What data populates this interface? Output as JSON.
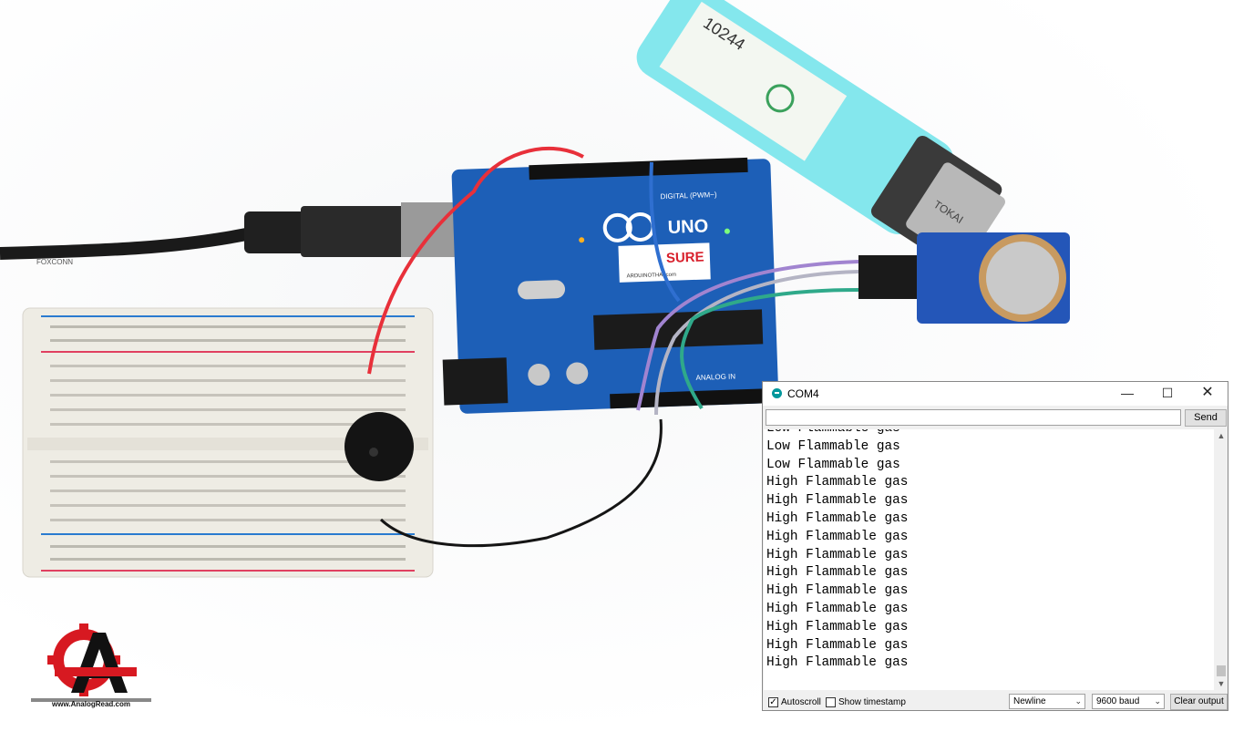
{
  "photo": {
    "board_label": "UNO",
    "board_digital_label": "DIGITAL (PWM~)",
    "board_analog_label": "ANALOG IN",
    "board_sticker": "SURE",
    "board_sticker_sub": "ARDUINOTHAI.com",
    "usb_cable_text": "FOXCONN",
    "lighter_brand": "TOKAI",
    "lighter_number": "10244",
    "colors": {
      "board_blue": "#1d5fb7",
      "breadboard": "#eeece4",
      "red_wire": "#e8303a",
      "sensor_blue": "#2456b8"
    }
  },
  "logo": {
    "url": "www.AnalogRead.com",
    "icon": "gear-a-logo-icon"
  },
  "serial_monitor": {
    "title": "COM4",
    "input_value": "",
    "send_label": "Send",
    "output_lines": [
      "Low Flammable gas",
      "Low Flammable gas",
      "Low Flammable gas",
      "High Flammable gas",
      "High Flammable gas",
      "High Flammable gas",
      "High Flammable gas",
      "High Flammable gas",
      "High Flammable gas",
      "High Flammable gas",
      "High Flammable gas",
      "High Flammable gas",
      "High Flammable gas",
      "High Flammable gas"
    ],
    "autoscroll_label": "Autoscroll",
    "autoscroll_checked": true,
    "timestamp_label": "Show timestamp",
    "timestamp_checked": false,
    "line_ending": "Newline",
    "baud": "9600 baud",
    "clear_label": "Clear output"
  }
}
